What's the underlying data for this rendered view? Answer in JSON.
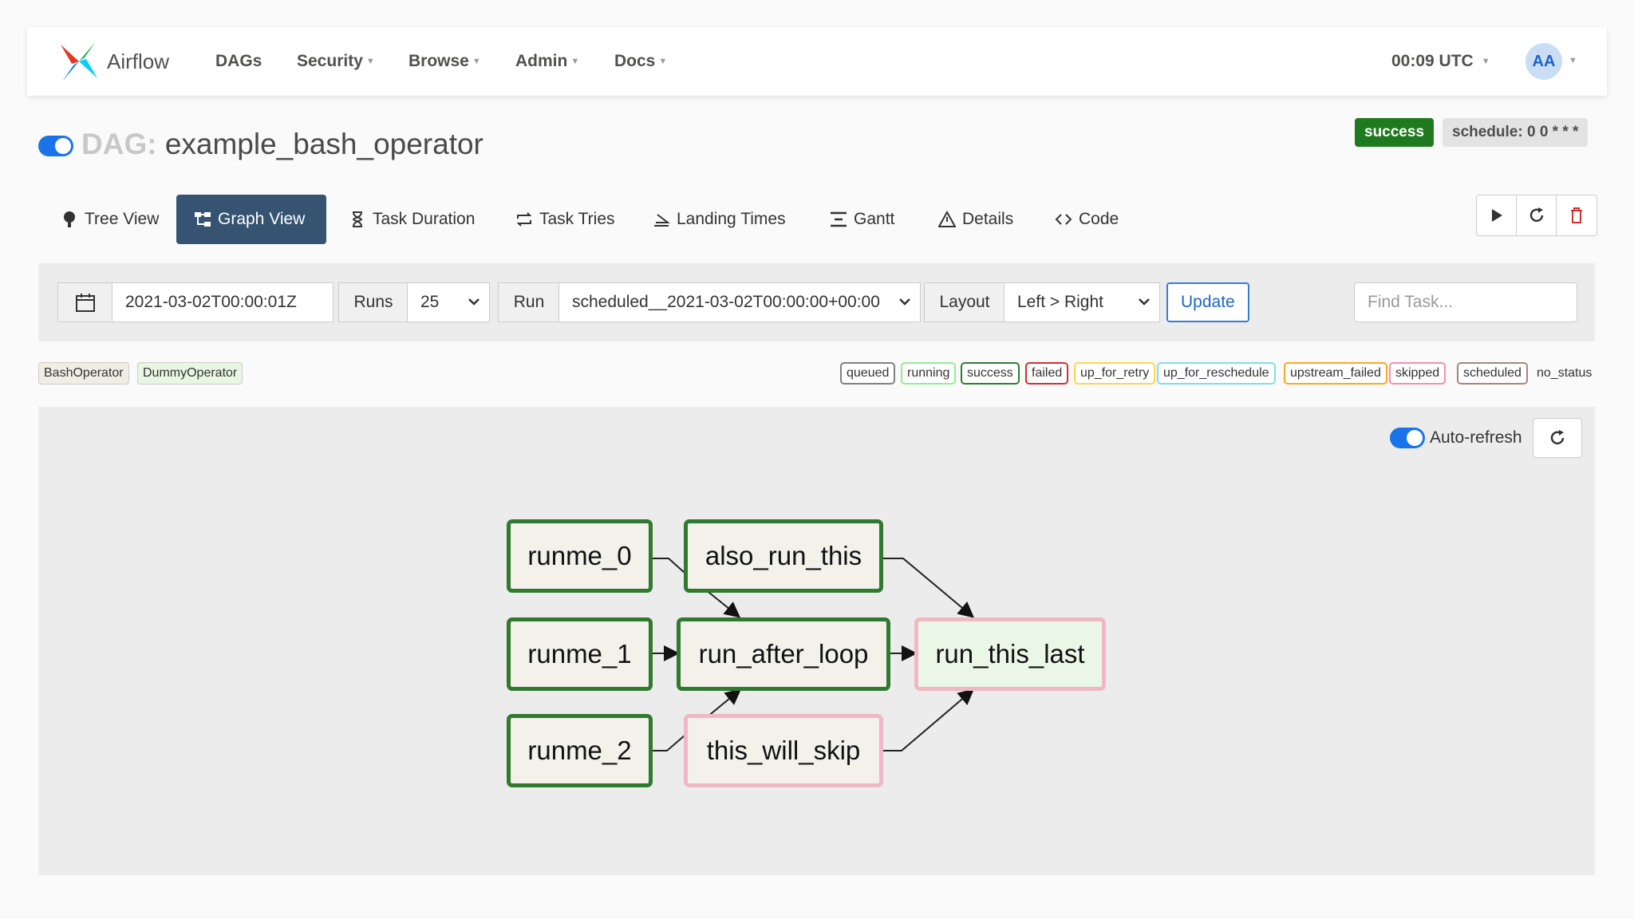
{
  "nav": {
    "brand": "Airflow",
    "items": [
      {
        "label": "DAGs",
        "caret": false
      },
      {
        "label": "Security",
        "caret": true
      },
      {
        "label": "Browse",
        "caret": true
      },
      {
        "label": "Admin",
        "caret": true
      },
      {
        "label": "Docs",
        "caret": true
      }
    ],
    "time": "00:09 UTC",
    "user_initials": "AA"
  },
  "dag": {
    "prefix": "DAG:",
    "name": "example_bash_operator",
    "status": "success",
    "schedule": "schedule: 0 0 * * *",
    "paused": false
  },
  "tabs": [
    {
      "label": "Tree View",
      "icon": "tree-icon",
      "active": false
    },
    {
      "label": "Graph View",
      "icon": "graph-icon",
      "active": true
    },
    {
      "label": "Task Duration",
      "icon": "hourglass-icon",
      "active": false
    },
    {
      "label": "Task Tries",
      "icon": "retry-icon",
      "active": false
    },
    {
      "label": "Landing Times",
      "icon": "landing-icon",
      "active": false
    },
    {
      "label": "Gantt",
      "icon": "gantt-icon",
      "active": false
    },
    {
      "label": "Details",
      "icon": "warning-triangle-icon",
      "active": false
    },
    {
      "label": "Code",
      "icon": "code-icon",
      "active": false
    }
  ],
  "actions": [
    {
      "name": "trigger-dag",
      "icon": "play-icon"
    },
    {
      "name": "refresh-dag",
      "icon": "refresh-icon"
    },
    {
      "name": "delete-dag",
      "icon": "trash-icon"
    }
  ],
  "controls": {
    "date": "2021-03-02T00:00:01Z",
    "runs_label": "Runs",
    "runs_value": "25",
    "run_label": "Run",
    "run_value": "scheduled__2021-03-02T00:00:00+00:00",
    "layout_label": "Layout",
    "layout_value": "Left > Right",
    "update_label": "Update",
    "find_placeholder": "Find Task..."
  },
  "operators": [
    {
      "label": "BashOperator",
      "color": "#f0ede4"
    },
    {
      "label": "DummyOperator",
      "color": "#e8f7e4"
    }
  ],
  "states": [
    {
      "label": "queued",
      "color": "#808080"
    },
    {
      "label": "running",
      "color": "#90ee90"
    },
    {
      "label": "success",
      "color": "#2e7d32"
    },
    {
      "label": "failed",
      "color": "#d32f2f"
    },
    {
      "label": "up_for_retry",
      "color": "#ffd54f"
    },
    {
      "label": "up_for_reschedule",
      "color": "#80deea"
    },
    {
      "label": "upstream_failed",
      "color": "#ffa726"
    },
    {
      "label": "skipped",
      "color": "#f48fb1"
    },
    {
      "label": "scheduled",
      "color": "#a1887f"
    },
    {
      "label": "no_status",
      "color": null
    }
  ],
  "graph": {
    "auto_refresh_label": "Auto-refresh",
    "auto_refresh_on": true,
    "nodes": [
      {
        "id": "runme_0",
        "state": "success"
      },
      {
        "id": "runme_1",
        "state": "success"
      },
      {
        "id": "runme_2",
        "state": "success"
      },
      {
        "id": "also_run_this",
        "state": "success"
      },
      {
        "id": "run_after_loop",
        "state": "success"
      },
      {
        "id": "this_will_skip",
        "state": "skipped"
      },
      {
        "id": "run_this_last",
        "state": "skipped"
      }
    ],
    "edges": [
      [
        "runme_0",
        "run_after_loop"
      ],
      [
        "runme_1",
        "run_after_loop"
      ],
      [
        "runme_2",
        "run_after_loop"
      ],
      [
        "also_run_this",
        "run_this_last"
      ],
      [
        "run_after_loop",
        "run_this_last"
      ],
      [
        "this_will_skip",
        "run_this_last"
      ]
    ]
  }
}
